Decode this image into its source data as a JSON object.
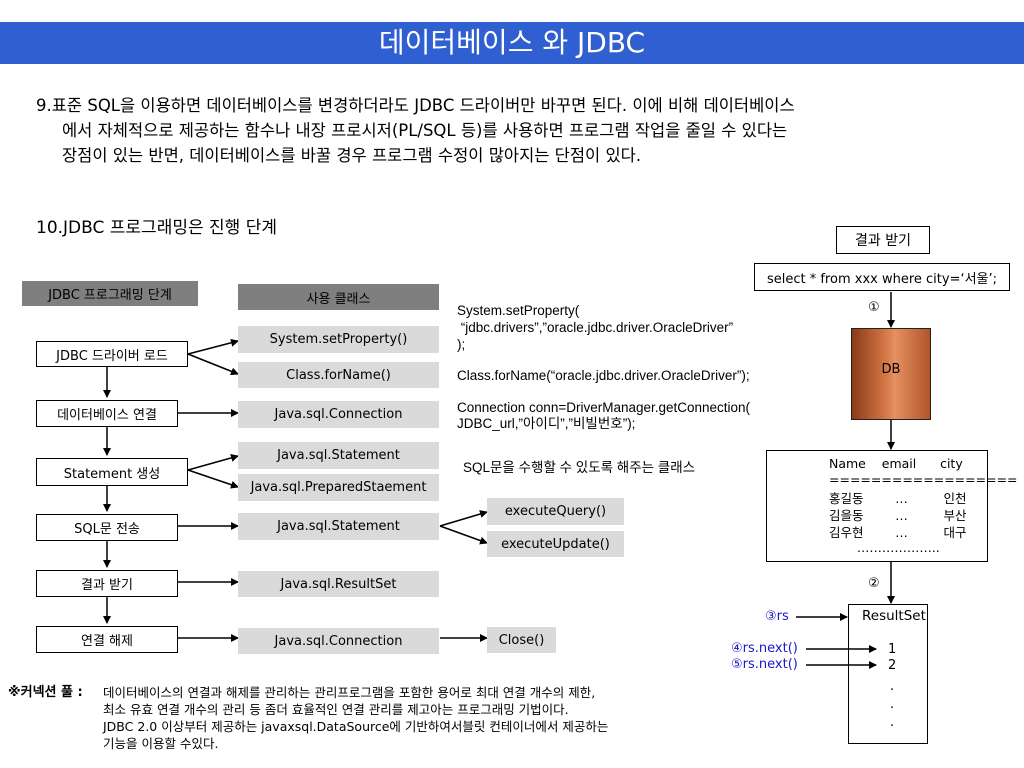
{
  "title": "데이터베이스 와 JDBC",
  "paragraph9": [
    "9.표준 SQL을 이용하면 데이터베이스를 변경하더라도 JDBC 드라이버만 바꾸면 된다. 이에 비해 데이터베이스",
    "에서 자체적으로 제공하는 함수나 내장 프로시저(PL/SQL 등)를 사용하면 프로그램 작업을 줄일 수 있다는",
    "장점이 있는 반면, 데이터베이스를 바꿀 경우 프로그램 수정이 많아지는 단점이 있다."
  ],
  "heading10": "10.JDBC 프로그래밍은 진행 단계",
  "steps_header": "JDBC 프로그래밍 단계",
  "classes_header": "사용 클래스",
  "steps": [
    "JDBC 드라이버 로드",
    "데이터베이스 연결",
    "Statement 생성",
    "SQL문 전송",
    "결과 받기",
    "연결 해제"
  ],
  "classes": [
    "System.setProperty()",
    "Class.forName()",
    "Java.sql.Connection",
    "Java.sql.Statement",
    "Java.sql.PreparedStaement",
    "Java.sql.Statement",
    "Java.sql.ResultSet",
    "Java.sql.Connection"
  ],
  "execute": [
    "executeQuery()",
    "executeUpdate()"
  ],
  "close": "Close()",
  "code": {
    "setprop_1": "System.setProperty(",
    "setprop_2": " “jdbc.drivers”,”oracle.jdbc.driver.OracleDriver”",
    "setprop_3": ");",
    "forname": "Class.forName(“oracle.jdbc.driver.OracleDriver”);",
    "conn_1": "Connection conn=DriverManager.getConnection(",
    "conn_2": "JDBC_url,”아이디”,”비빌번호”);",
    "stmt_note": "SQL문을 수행할 수 있도록 해주는 클래스"
  },
  "result": {
    "title": "결과 받기",
    "query": "select * from xxx where city=‘서울’;",
    "n1": "①",
    "db": "DB",
    "table": [
      "Name    email      city",
      "==================",
      "홍길동        …         인천",
      "김을동        …         부산",
      "김우현        …         대구",
      "       ……………….."
    ],
    "n2": "②",
    "rs": "③rs",
    "resultset": "ResultSet",
    "next1": "④rs.next()",
    "next2": "⑤rs.next()",
    "rows": [
      "1",
      "2",
      ".",
      ".",
      "."
    ]
  },
  "note": {
    "label": "※커넥션 풀 :",
    "lines": [
      "데이터베이스의 연결과 해제를 관리하는 관리프로그램을 포함한 용어로 최대 연결 개수의 제한,",
      "최소 유효 연결 개수의 관리 등 좀더 효율적인 연결 관리를 제고아는 프로그래밍 기법이다.",
      "JDBC 2.0 이상부터 제공하는 javaxsql.DataSource에 기반하여서블릿 컨테이너에서 제공하는",
      "기능을 이용할 수있다."
    ]
  }
}
